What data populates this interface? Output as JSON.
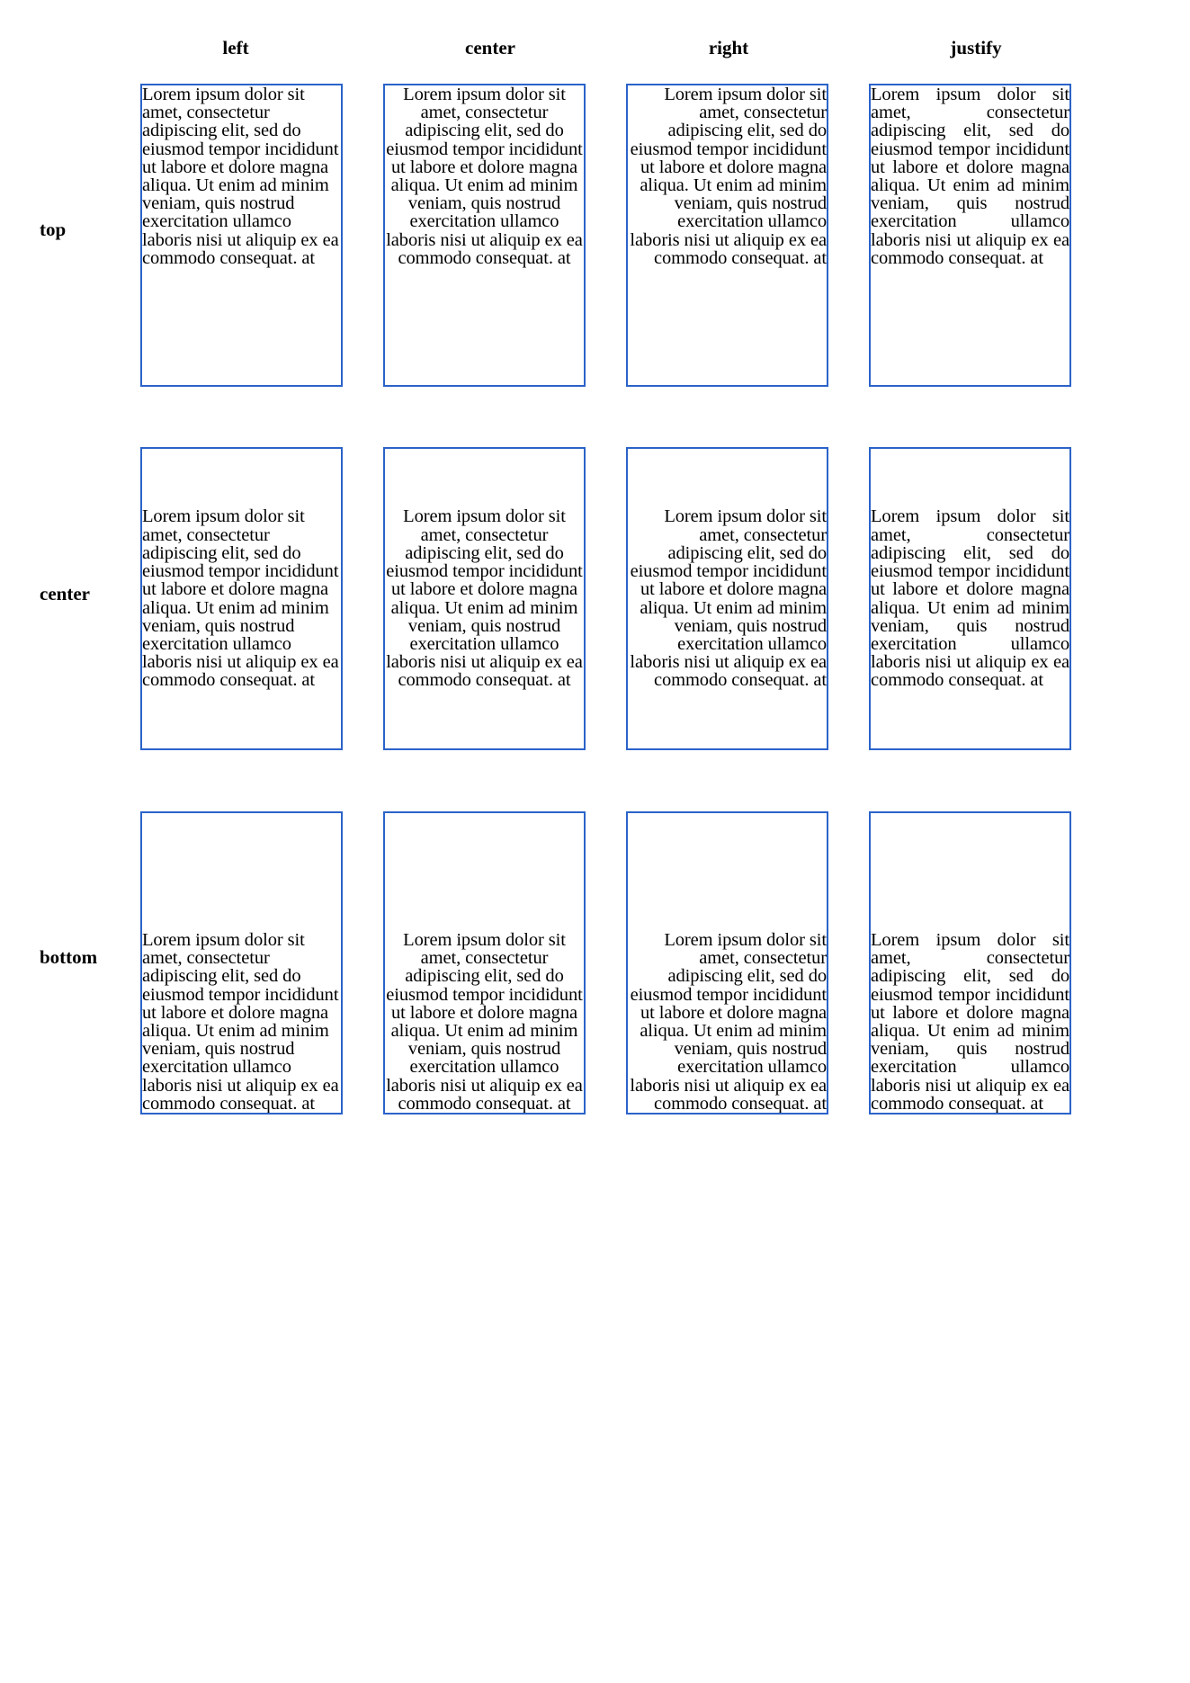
{
  "columns": [
    "left",
    "center",
    "right",
    "justify"
  ],
  "rows": [
    "top",
    "center",
    "bottom"
  ],
  "lorem": "Lorem ipsum dolor sit amet, consectetur adipiscing elit, sed do eiusmod tempor incididunt ut labore et dolore magna aliqua. Ut enim ad minim veniam, quis nostrud exercitation ullamco laboris nisi ut aliquip ex ea commodo consequat. at",
  "border_color": "#2b63c9"
}
